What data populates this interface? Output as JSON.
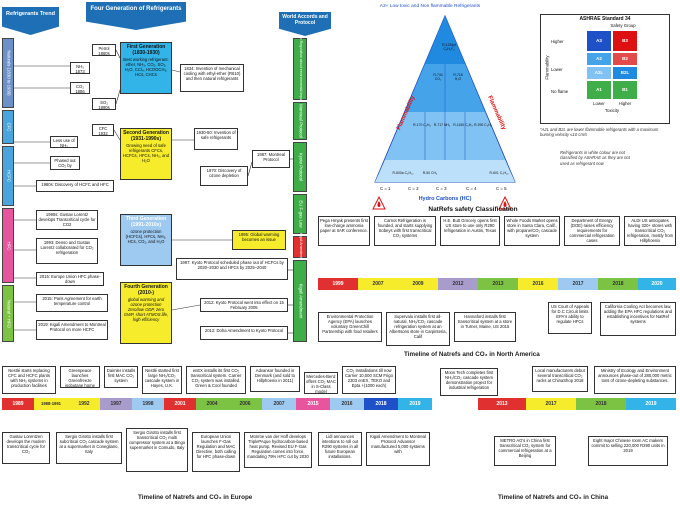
{
  "headers": {
    "trend": "Refrigerants Trend",
    "generations": "Four Generation of Refrigerants",
    "accords": "World Accords and Protocol"
  },
  "trend_bands": [
    {
      "label": "Naturals (1830 to 1930)",
      "color": "#6c91c9"
    },
    {
      "label": "CFC",
      "color": "#4aa4de"
    },
    {
      "label": "HCFC",
      "color": "#4aa4de"
    },
    {
      "label": "HFC",
      "color": "#e7559f"
    },
    {
      "label": "Natural + HFO",
      "color": "#7cc243"
    }
  ],
  "accord_bands": [
    {
      "label": "No Regulation about environmental impact",
      "color": "#3fae49"
    },
    {
      "label": "Montreal Protocol",
      "color": "#3fae49"
    },
    {
      "label": "Kyoto Protocol",
      "color": "#3fae49"
    },
    {
      "label": "EU F-gas Law",
      "color": "#3fae49"
    },
    {
      "label": "Kigali Amendment",
      "color": "#3fae49"
    },
    {
      "label": "Kigali Amendment",
      "color": "#3fae49"
    }
  ],
  "chem_small": [
    {
      "text": "Petrol 1860s"
    },
    {
      "text": "NH₃ 1873"
    },
    {
      "text": "CO₂ 1886"
    },
    {
      "text": "SO₂ 1890s"
    },
    {
      "text": "CFC 1932"
    },
    {
      "text": "Less use of NH₃"
    },
    {
      "text": "Phased out CO₂ by 1950s"
    }
  ],
  "generations": [
    {
      "title": "First Generation (1830-1930)",
      "body": "Best working refrigerant: ether, NH₃, CO₂, SO₂, H₂O, CCl₄, HCOOCH₃, HCs, CHCs",
      "color": "#33b4e8"
    },
    {
      "title": "Second Generation (1931-1990s)",
      "body": "Growing need of safe refrigerants CFCs, HCFCs, HFCs, NH₃, and H₂O",
      "color": "#f6ec2c"
    },
    {
      "title": "Third Generation (1991-2010s)",
      "body": "ozone protection (HCFCs), HFCs, NH₃, HCs, CO₂, and H₂O",
      "color": "#9ec9f0"
    },
    {
      "title": "Fourth Generation (2010-)",
      "body": "global warming and ozone protection Zero/low ODP, zero GWP, short ATMOS life, high efficiency",
      "color": "#f6ec2c"
    }
  ],
  "gen_events": [
    {
      "text": "1834: Invention of mechanical cooling with ethyl-ether (R610) and then natural refrigerants"
    },
    {
      "text": "1930-50: Invention of safe refrigerants"
    },
    {
      "text": "1970: Discovery of ozone depletion"
    },
    {
      "text": "1987: Montreal Protocol"
    },
    {
      "text": "1995: Global warming becomes an issue"
    },
    {
      "text": "1997: Kyoto Protocol scheduled phase out of HCFCs by 2020–2030 and HFCs by 2025–2040"
    },
    {
      "text": "2012: Kyoto Protocol went into effect on 15 February 2005"
    },
    {
      "text": "2012: Doha Amendment to Kyoto Protocol"
    }
  ],
  "left_events": [
    {
      "text": "1980s: Discovery of HCFC and HFC"
    },
    {
      "text": "1990s: Gustav Lorentz develops Transcritical cycle for CO2"
    },
    {
      "text": "1993: Denso and Gustav Lorentz collaborated for CO₂ refrigeration"
    },
    {
      "text": "2015: Europe Union HFC phase-down"
    },
    {
      "text": "2015: Paris Agreement for earth temperature control"
    },
    {
      "text": "2019: Kigali Amendment to Montreal Protocol on more HCFC"
    }
  ],
  "triangle": {
    "title": "A3+ Low toxic and Non flammable Refrigerants",
    "left_label": "Flammability",
    "right_label": "Flammability",
    "bottom_label": "Hydro Carbons (HC)",
    "caption": "NatRefs safety Classification",
    "cells": [
      {
        "t": "R-1234yf C₃H₂F₄"
      },
      {
        "t": "R-744 CO₂"
      },
      {
        "t": "R-718 H₂O"
      },
      {
        "t": "R-170 C₂H₆"
      },
      {
        "t": "R-717 NH₃"
      },
      {
        "t": "R-1150 C₂H₄"
      },
      {
        "t": "R-290 C₃H₈"
      },
      {
        "t": "R-600a C₄H₁₀"
      },
      {
        "t": "R-50 CH₄"
      },
      {
        "t": "R-601 C₅H₁₂"
      }
    ],
    "carbon_labels": [
      "C = 1",
      "C = 2",
      "C = 3",
      "C = 4",
      "C = 5"
    ]
  },
  "ashrae": {
    "title": "ASHRAE Standard 34",
    "subtitle": "Safety Group",
    "rows": [
      "Higher",
      "Lower",
      "No flame"
    ],
    "axis_left": "Flammability",
    "axis_bottom": "Toxicity",
    "cols": [
      "Lower",
      "Higher"
    ],
    "cells": [
      [
        "A3",
        "B3"
      ],
      [
        "A2",
        "B2"
      ],
      [
        "A2L",
        "B2L"
      ],
      [
        "A1",
        "B1"
      ]
    ],
    "note": "*A2L and B2L are lower flammable refrigerants with a maximum burning velocity ≤10 cm/s",
    "note2": "Refrigerants in white colour are not classified by ASHRAE as they are not used as refrigerant now"
  },
  "na_top": [
    {
      "text": "Pega Hmjak presents first low-charge ammonia paper at IIAR conference."
    },
    {
      "text": "Carnot Refrigeration is founded, and starts supplying Sobeys with first transcritical CO₂ systems"
    },
    {
      "text": "H.E. Butt Grocery opens first US store to use only R290 refrigeration in Austin, Texas"
    },
    {
      "text": "Whole Foods Market opens store in Santa Clara, Calif., with propane/CO₂ cascade system"
    },
    {
      "text": "Department of Energy (DOE) raises efficiency requirements for commercial refrigeration cases"
    },
    {
      "text": "ALDI US anticipates having 320+ stores with transcritical CO₂ refrigeration, mostly from Hillphoenix"
    }
  ],
  "na_years": [
    "1999",
    "2007",
    "2009",
    "2012",
    "2013",
    "2016",
    "2017",
    "2018",
    "2020"
  ],
  "na_bottom": [
    {
      "text": "Environmental Protection Agency (EPA) launches voluntary GreenChill Partnership with food retailers"
    },
    {
      "text": "Supervalu installs first all-natural, NH₃/CO₂ cascade refrigeration system at an Albertsons store in Carpinteria, Calif"
    },
    {
      "text": "Hannaford installs first transcritical system at a store in Turner, Maine, US 2015"
    },
    {
      "text": "US Court of Appeals for D.C Circuit limits EPA's ability to regulate HFCs"
    },
    {
      "text": "California Cooling Act becomes law, adding the EPA HFC regulations and establishing incentives for NatRef systems"
    }
  ],
  "na_title": "Timeline of Natrefs and CO₂ in North America",
  "eu_top": [
    {
      "text": "Nestlé starts replacing CFC and HCFC plants with NH₃ systems in production facilities"
    },
    {
      "text": "Greenpeace launches Greenfreeze isobutane home fridge"
    },
    {
      "text": "Daimler installs first MAC CO₂ system"
    },
    {
      "text": "Nestlé started first large NH₃/CO₂ cascade system in Hayes, U.K."
    },
    {
      "text": "enEX installs its first CO₂ transcritical system. Carrier CO₂ system was installed. Green & Cool founded"
    },
    {
      "text": "Advansor founded in Denmark (and sold to Hillphoenix in 2011)"
    },
    {
      "text": "Mercedes-Benz offers CO₂ MAC in S-Class model"
    },
    {
      "text": "CO₂ Installations till now Carrier 10,000 SCM Frigo 2303 enEX, TEKO and Epta +(1000 each)"
    }
  ],
  "eu_years": [
    "1989",
    "1988-1991",
    "1992",
    "1997",
    "1998",
    "2001",
    "2004",
    "2006",
    "2007",
    "2015",
    "2016",
    "2018",
    "2019"
  ],
  "eu_bottom": [
    {
      "text": "Gustav Lorentzen develops the modern transcritical cycle for CO₂"
    },
    {
      "text": "Sergio Girotto installs first subcritical CO₂ cascade system at a supermarket in Conegliano, Italy"
    },
    {
      "text": "Sergio Girotto installs first transcritical CO₂ multi compressor system at a Bingo supermarket in Comudo, Italy"
    },
    {
      "text": "European Union launches F-Gas Regulation and MAC Directive, both calling for HFC phase-down"
    },
    {
      "text": "Monroe van der Hoff develops TriplePAque hydrocarbon-based heat pump. Revised EU F-Gas Regulation comes into force, mandating 79% HFC cut by 2030"
    },
    {
      "text": "Lidl announces intentions to roll out R290 systems in all future European installations."
    },
    {
      "text": "Kigali Amendment to Montreal Protocol Advansor manufactured 5,000 systems with"
    }
  ],
  "eu_title": "Timeline of Natrefs and CO₂ in Europe",
  "cn_top": [
    {
      "text": "Moon Tech completes first NH₃/CO₂ cascade system demonstration project for industrial refrigeration"
    },
    {
      "text": "Local manufacturers debut several transcritical CO₂ racks at ChinaShop 2018"
    },
    {
      "text": "Ministry of Ecology and Environment announces phase-out of 280,000 metric tons of ozone-depleting substances."
    }
  ],
  "cn_years": [
    "2013",
    "2017",
    "2018",
    "2019"
  ],
  "cn_bottom": [
    {
      "text": "METRO AG's in China first transcritical CO₂ system for commercial refrigeration at a Beijing"
    },
    {
      "text": "Eight major Chinese room AC makers commit to selling 220,000 R290 units in 2019"
    }
  ],
  "cn_title": "Timeline of Natrefs and CO₂ in China"
}
